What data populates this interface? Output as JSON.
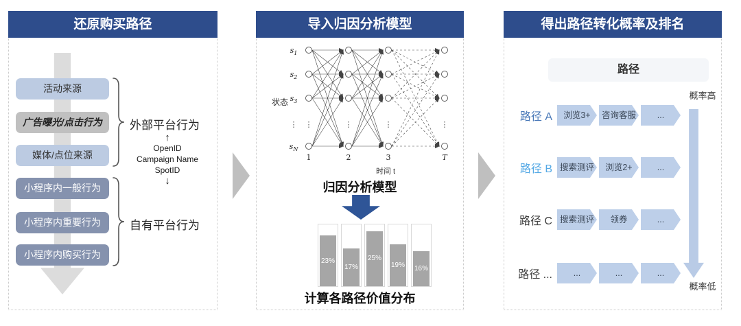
{
  "colors": {
    "panel_header_bg": "#2e4d8c",
    "external_box_bg": "#bccbe2",
    "ad_box_bg": "#c0c0c0",
    "internal_box_bg": "#8592ae",
    "flow_arrow_gray": "#dcdcdc",
    "connector_triangle": "#bfbfbf",
    "model_arrow_blue": "#2f5597",
    "bar_fill": "#a6a6a6",
    "chevron_bg": "#bdcfe9",
    "path_a_label": "#4a79b8",
    "path_b_label": "#55a9e5",
    "path_c_label": "#404040",
    "rank_arrow": "#b9cbe6"
  },
  "left_panel": {
    "title": "还原购买路径",
    "external_boxes": [
      "活动来源",
      "广告曝光/点击行为",
      "媒体/点位来源"
    ],
    "internal_boxes": [
      "小程序内一般行为",
      "小程序内重要行为",
      "小程序内购买行为"
    ],
    "external_group_label": "外部平台行为",
    "internal_group_label": "自有平台行为",
    "up_arrow": "↑",
    "id_lines": [
      "OpenID",
      "Campaign Name",
      "SpotID"
    ],
    "down_arrow": "↓"
  },
  "middle_panel": {
    "title": "导入归因分析模型",
    "trellis": {
      "axis_state_label": "状态",
      "states": [
        "s1",
        "s2",
        "s3",
        "sN"
      ],
      "ellipsis": "⋮",
      "time_ticks": [
        "1",
        "2",
        "3",
        "T"
      ],
      "axis_time_label": "时间 t"
    },
    "model_caption": "归因分析模型",
    "chart_caption": "计算各路径价值分布"
  },
  "right_panel": {
    "title": "得出路径转化概率及排名",
    "column_header": "路径",
    "probability_high": "概率高",
    "probability_low": "概率低",
    "rows": [
      {
        "label": "路径 A",
        "steps": [
          "浏览3+",
          "咨询客服",
          "..."
        ]
      },
      {
        "label": "路径 B",
        "steps": [
          "搜索测评",
          "浏览2+",
          "..."
        ]
      },
      {
        "label": "路径 C",
        "steps": [
          "搜索测评",
          "领券",
          "..."
        ]
      },
      {
        "label": "路径 ...",
        "steps": [
          "...",
          "...",
          "..."
        ]
      }
    ]
  },
  "chart_data": {
    "type": "bar",
    "categories": [
      "",
      "",
      "",
      "",
      ""
    ],
    "values": [
      23,
      17,
      25,
      19,
      16
    ],
    "labels": [
      "23%",
      "17%",
      "25%",
      "19%",
      "16%"
    ],
    "title": "计算各路径价值分布",
    "xlabel": "",
    "ylabel": "",
    "ylim": [
      0,
      28
    ],
    "grid": false,
    "legend": false
  }
}
